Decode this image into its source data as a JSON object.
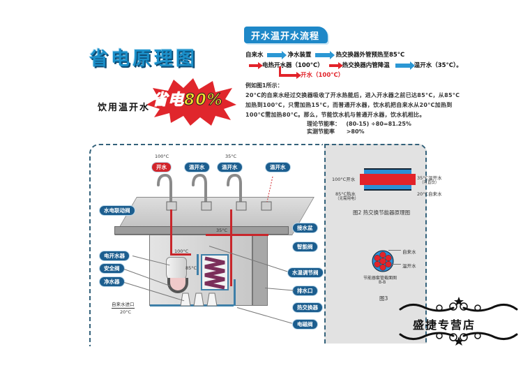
{
  "header": {
    "title": "省电原理图",
    "subtitle": "饮用温开水",
    "badge_text": "省电",
    "badge_value": "80%"
  },
  "flow": {
    "title": "开水温开水流程",
    "line1": [
      "自来水",
      "净水装置",
      "热交换器外管预热至85°C"
    ],
    "line2": [
      "电热开水器（100°C）",
      "热交换器内管降温",
      "温开水（35°C）。"
    ],
    "line3": "开水（100°C）",
    "example_heading": "例如图1所示：",
    "paragraph": "20°C的自来水经过交换器吸收了开水热能后，进入开水器之前已达85°C，从85°C加热到100°C，只需加热15°C，而普通开水器，饮水机把自来水从20°C加热到100°C需加热80°C。那么，节能饮水机与普通开水器，饮水机相比。",
    "theory_label": "理论节能率：",
    "theory_value": "(80-15) ÷80=81.25%",
    "measured_label": "实测节能率",
    "measured_value": ">80%"
  },
  "diagram": {
    "temp_hot": "100°C",
    "temp_warm": "35°C",
    "tap_labels": [
      "开水",
      "温开水",
      "温开水",
      "温开水"
    ],
    "left_labels": [
      "水电联动阀",
      "电开水器",
      "安全阀",
      "净水器"
    ],
    "right_labels": [
      "接水盆",
      "智能阀",
      "水温调节阀",
      "排水口",
      "热交换器",
      "电磁阀"
    ],
    "inlet_label": "自来水进口",
    "inlet_temp": "20°C",
    "boiler_temp": "100°C",
    "preheat_temp": "85°C",
    "counter_temp": "35°C"
  },
  "figure2": {
    "in_hot": "100°C开水",
    "out_warm": "35°C温开水",
    "out_warm_note": "（可直饮）",
    "hot_water": "85°C热水",
    "hot_water_note": "（无需用电）",
    "cold_in": "20°C自来水",
    "caption": "图2  热交换节能器原理图"
  },
  "figure3": {
    "label_cold": "自来水",
    "label_warm": "温开水",
    "section_title": "节能器套管截面图",
    "section_id": "B-B",
    "caption": "图3"
  },
  "stamp": {
    "text": "盛捷专营店"
  },
  "colors": {
    "brand_blue": "#1b8fc9",
    "pill_blue": "#1c5e8f",
    "hot_red": "#e2232a",
    "panel_gray": "#e2e2e2"
  }
}
